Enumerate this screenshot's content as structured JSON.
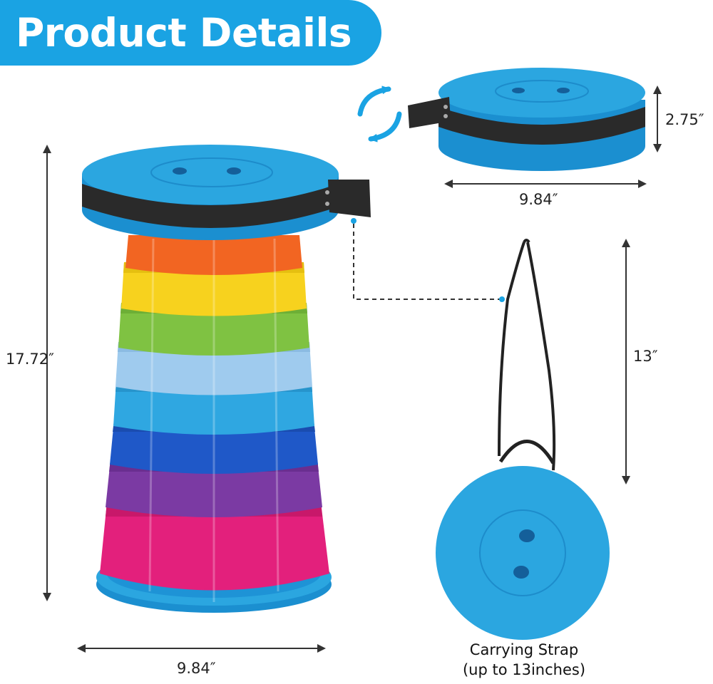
{
  "banner": {
    "title": "Product Details"
  },
  "dimensions": {
    "folded_height": "2.75″",
    "folded_width": "9.84″",
    "extended_height": "17.72″",
    "base_width": "9.84″",
    "strap_length": "13″"
  },
  "caption": {
    "line1": "Carrying Strap",
    "line2": "(up to 13inches)"
  },
  "colors": {
    "accent": "#1aa3e3",
    "seat": "#2ba6e0",
    "tiers": [
      "#f26522",
      "#f7d21e",
      "#7fc242",
      "#9fcbee",
      "#2fa7e1",
      "#1f58c8",
      "#7b3aa3",
      "#e3207c"
    ]
  },
  "icons": {
    "swap": "rotate-arrows-icon",
    "dimension": "double-arrow-icon"
  }
}
